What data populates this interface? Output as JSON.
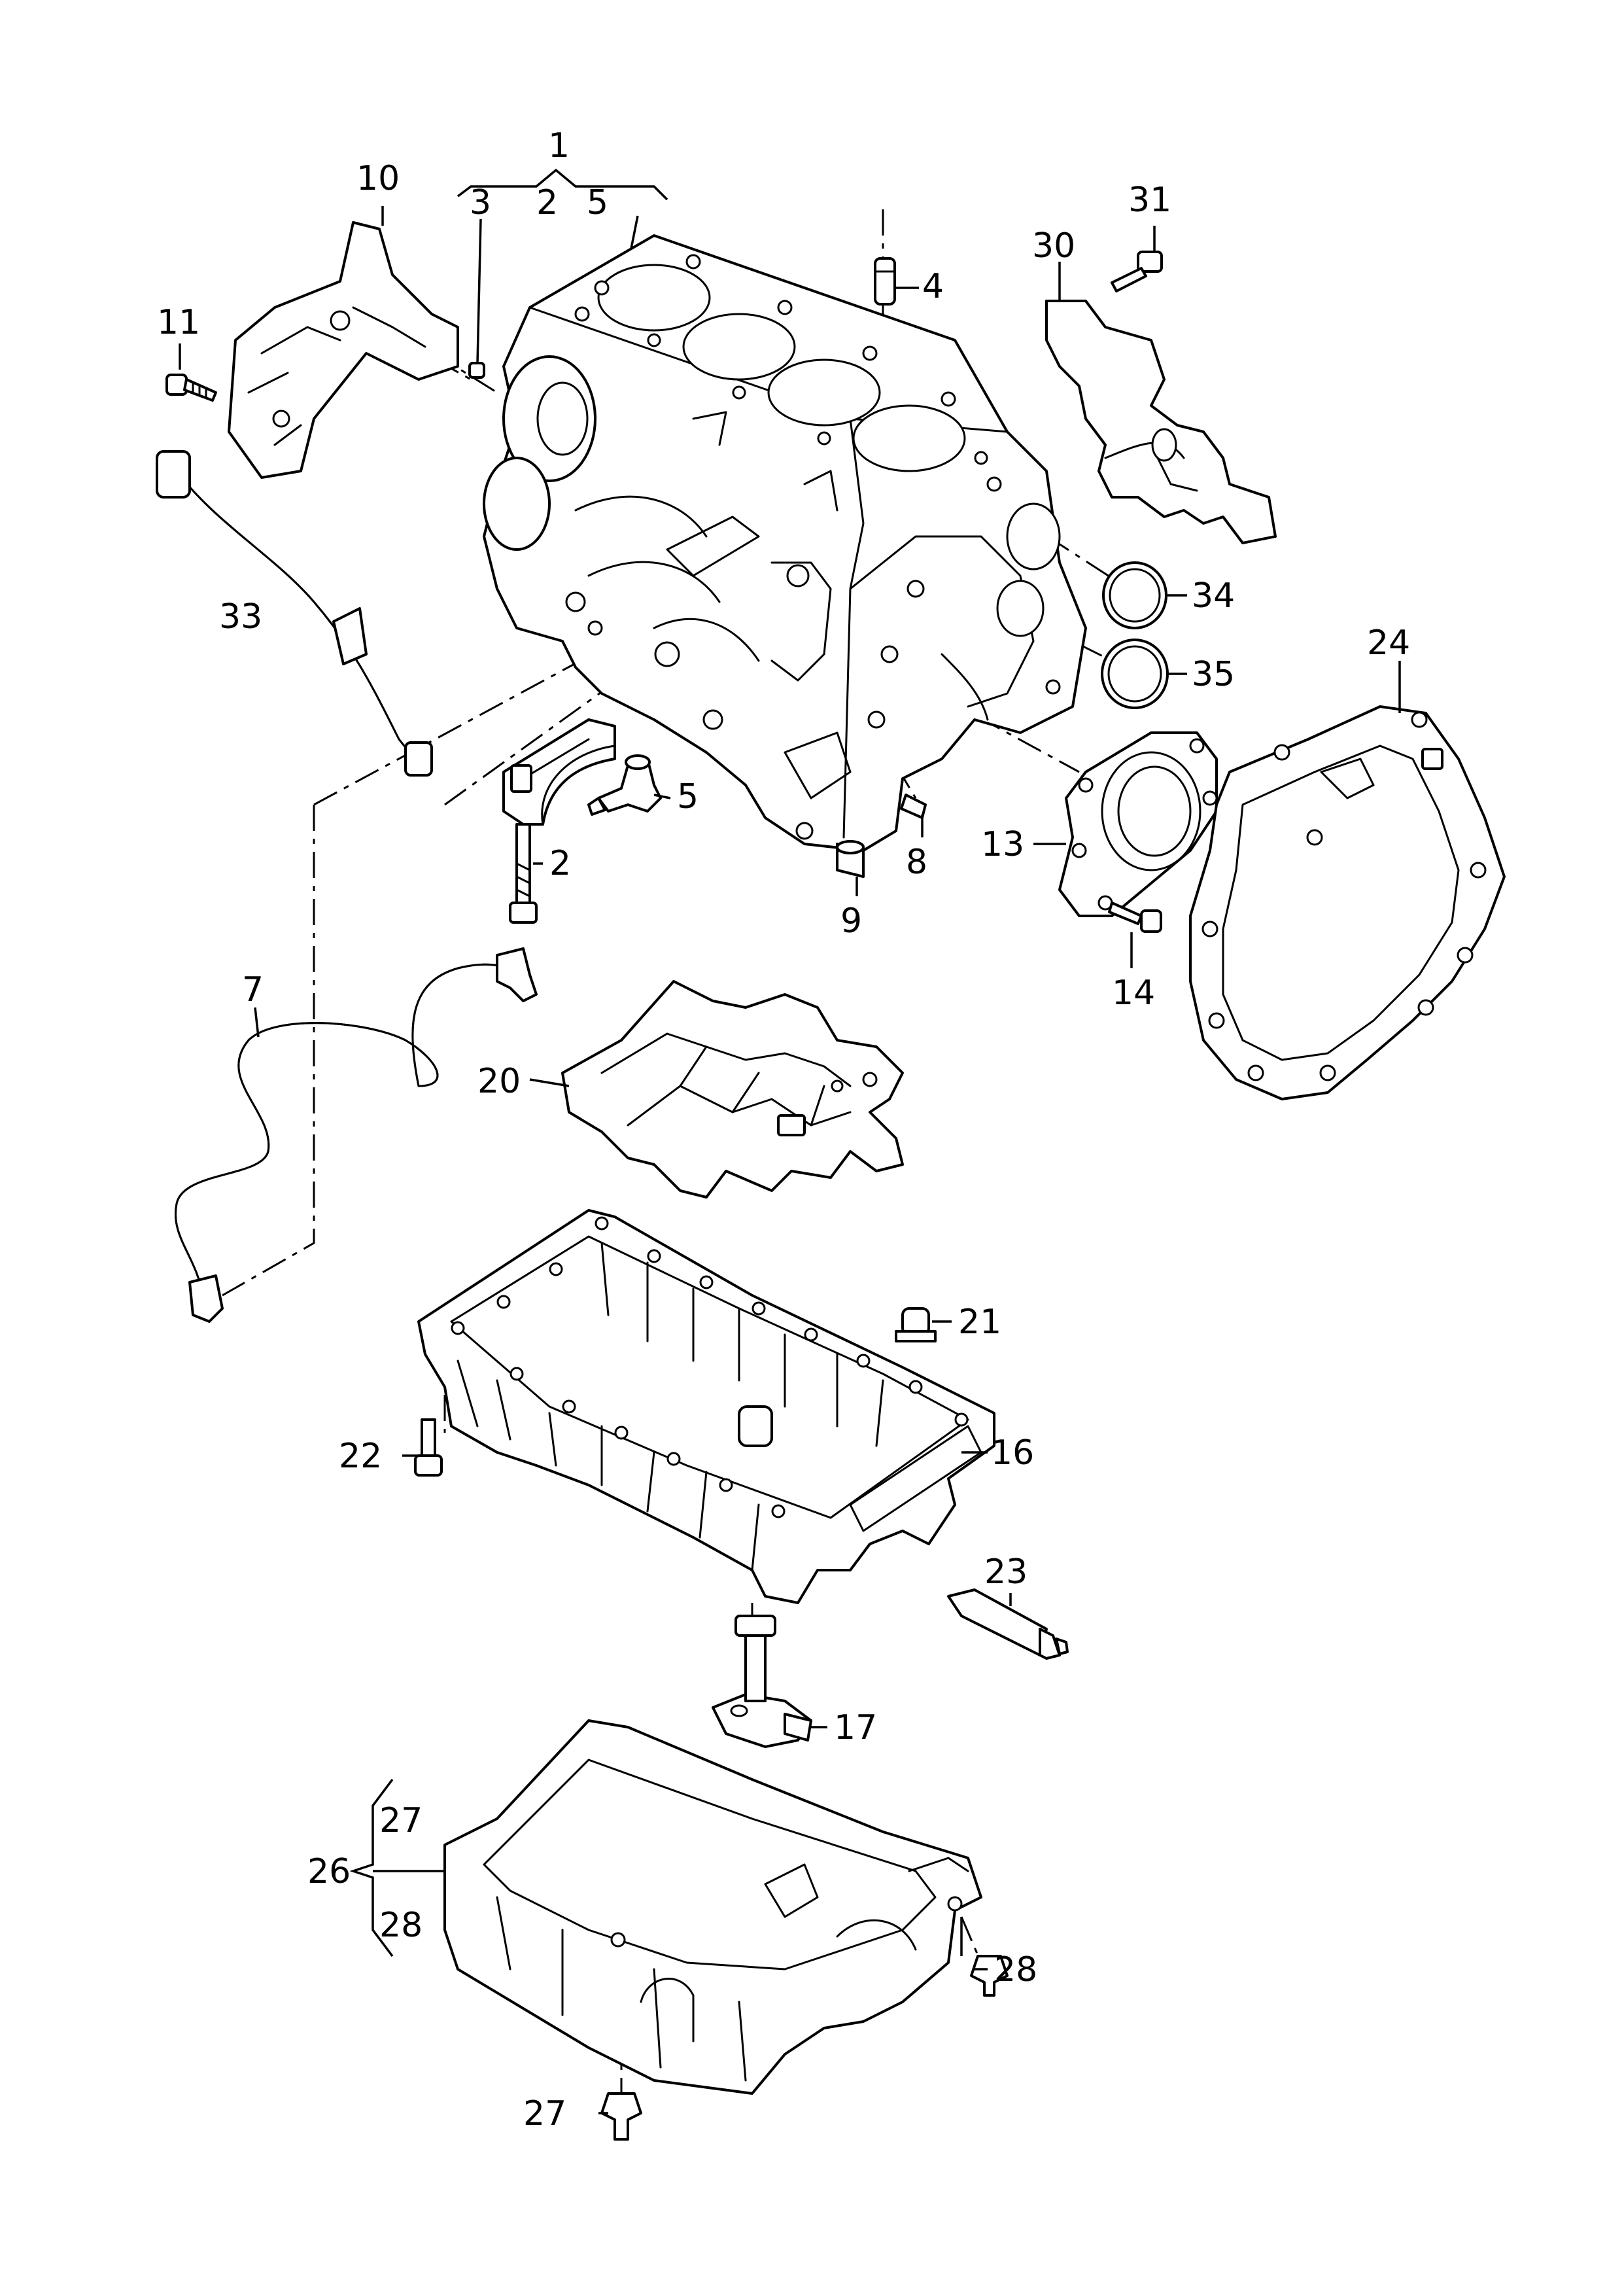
{
  "callouts": {
    "c1": "1",
    "c2a": "2",
    "c2b": "2",
    "c3": "3",
    "c4": "4",
    "c5a": "5",
    "c5b": "5",
    "c7": "7",
    "c8": "8",
    "c9": "9",
    "c10": "10",
    "c11": "11",
    "c13": "13",
    "c14": "14",
    "c16": "16",
    "c17": "17",
    "c20": "20",
    "c21": "21",
    "c22": "22",
    "c23": "23",
    "c24": "24",
    "c26": "26",
    "c27a": "27",
    "c27b": "27",
    "c28a": "28",
    "c28b": "28",
    "c30": "30",
    "c31": "31",
    "c33": "33",
    "c34": "34",
    "c35": "35"
  }
}
